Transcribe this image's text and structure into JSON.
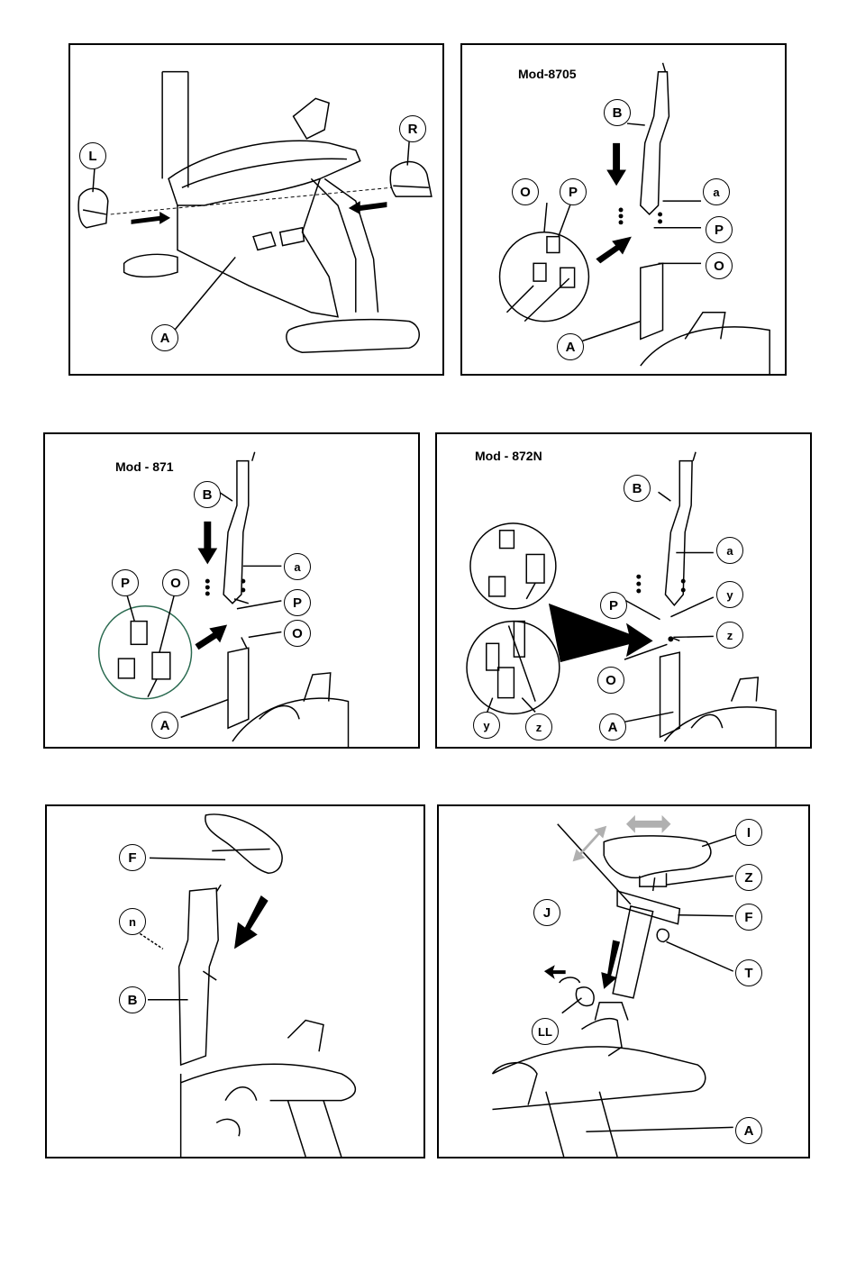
{
  "panels": [
    {
      "id": "p1",
      "model": "",
      "labels": [
        "L",
        "R",
        "A"
      ]
    },
    {
      "id": "p2",
      "model": "Mod-8705",
      "labels": [
        "B",
        "O",
        "P",
        "a",
        "P",
        "O",
        "A"
      ]
    },
    {
      "id": "p3",
      "model": "Mod - 871",
      "labels": [
        "B",
        "a",
        "P",
        "O",
        "P",
        "O",
        "A"
      ]
    },
    {
      "id": "p4",
      "model": "Mod - 872N",
      "labels": [
        "B",
        "a",
        "P",
        "y",
        "z",
        "O",
        "A",
        "y",
        "z"
      ]
    },
    {
      "id": "p5",
      "model": "",
      "labels": [
        "F",
        "n",
        "B"
      ]
    },
    {
      "id": "p6",
      "model": "",
      "labels": [
        "I",
        "Z",
        "J",
        "F",
        "T",
        "LL",
        "A"
      ]
    }
  ],
  "colors": {
    "line": "#000000",
    "gray_arrow": "#b0b0b0",
    "circle_green": "#2a6a50"
  }
}
